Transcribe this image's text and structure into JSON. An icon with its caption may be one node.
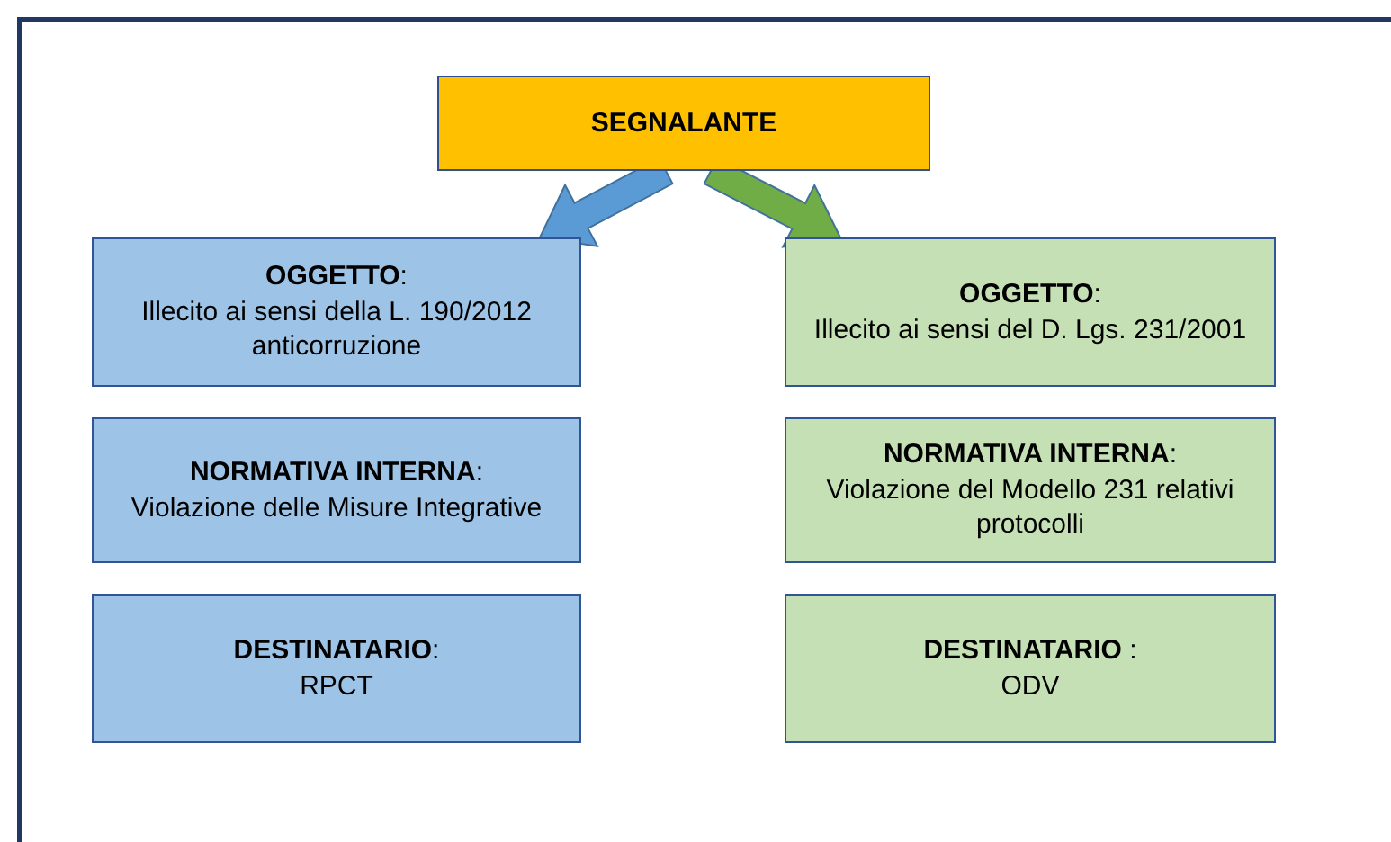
{
  "diagram": {
    "nodes": [
      {
        "text": [
          "SEGNALANTE"
        ]
      },
      {
        "text": [
          "**OGGETTO**:",
          "Illecito ai sensi della L. 190/2012 anticorruzione"
        ]
      },
      {
        "text": [
          "**OGGETTO**:",
          "Illecito ai sensi del D. Lgs. 231/2001"
        ]
      },
      {
        "text": [
          "**NORMATIVA INTERNA**:",
          "Violazione delle Misure Integrative"
        ]
      },
      {
        "text": [
          "**NORMATIVA INTERNA**:",
          "Violazione del Modello 231 relativi protocolli"
        ]
      },
      {
        "text": [
          "**DESTINATARIO**:",
          "RPCT"
        ]
      },
      {
        "text": [
          "**DESTINATARIO** :",
          "ODV"
        ]
      }
    ],
    "edges": [
      {
        "from": 0,
        "to": 1,
        "arrow": "to",
        "style": "thick",
        "color": "#5b9bd5"
      },
      {
        "from": 0,
        "to": 2,
        "arrow": "to",
        "style": "thick",
        "color": "#70ad47"
      }
    ]
  }
}
